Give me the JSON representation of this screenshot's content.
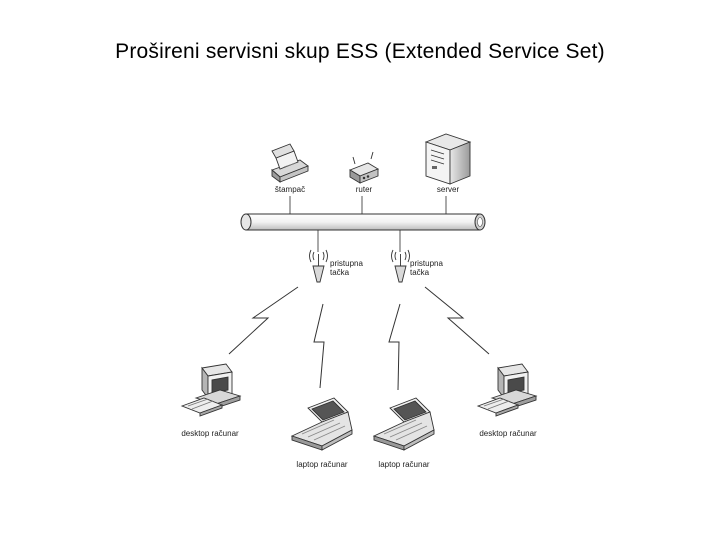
{
  "title": "Prošireni servisni skup ESS (Extended Service Set)",
  "labels": {
    "printer": "štampač",
    "router": "ruter",
    "server": "server",
    "ap_left_line1": "pristupna",
    "ap_left_line2": "tačka",
    "ap_right_line1": "pristupna",
    "ap_right_line2": "tačka",
    "desktop_left": "desktop računar",
    "desktop_right": "desktop računar",
    "laptop_left": "laptop računar",
    "laptop_right": "laptop računar"
  },
  "icons": [
    "printer-icon",
    "router-icon",
    "server-icon",
    "access-point-icon",
    "desktop-computer-icon",
    "laptop-icon",
    "lightning-signal-icon"
  ]
}
